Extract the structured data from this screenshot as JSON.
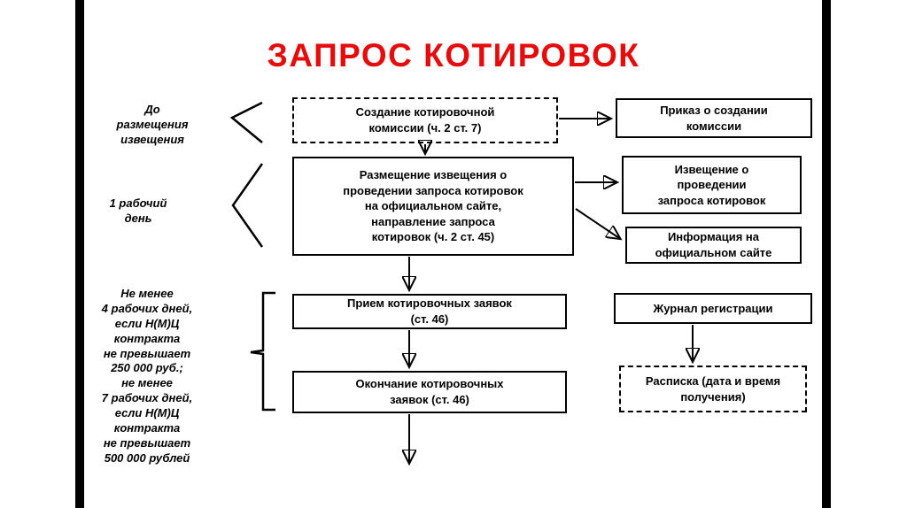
{
  "slide": {
    "title": "ЗАПРОС КОТИРОВОК"
  },
  "colors": {
    "title": "#e60c0c",
    "line": "#000000"
  },
  "left_labels": [
    {
      "id": "before-notice",
      "text": "До\nразмещения\nизвещения"
    },
    {
      "id": "one-working-day",
      "text": "1 рабочий\nдень"
    },
    {
      "id": "deadlines",
      "text": "Не менее\n4 рабочих  дней,\nесли Н(М)Ц\nконтракта\nне превышает\n250 000 руб.;\nне менее\n7 рабочих дней,\nесли Н(М)Ц\nконтракта\nне превышает\n500 000 рублей"
    }
  ],
  "flow_boxes": [
    {
      "id": "create-commission",
      "style": "dashed",
      "text": "Создание котировочной\nкомиссии (ч. 2 ст. 7)"
    },
    {
      "id": "publish-notice",
      "style": "solid",
      "text": "Размещение извещения о\nпроведении запроса котировок\nна официальном сайте,\nнаправление запроса\nкотировок (ч. 2 ст. 45)"
    },
    {
      "id": "accept-applications",
      "style": "solid",
      "text": "Прием котировочных заявок\n(ст. 46)"
    },
    {
      "id": "end-applications",
      "style": "solid",
      "text": "Окончание котировочных\nзаявок (ст. 46)"
    }
  ],
  "doc_boxes": [
    {
      "id": "commission-order",
      "style": "solid",
      "text": "Приказ о создании\nкомиссии"
    },
    {
      "id": "notice",
      "style": "solid",
      "text": "Извещение о\nпроведении\nзапроса котировок"
    },
    {
      "id": "site-info",
      "style": "solid",
      "text": "Информация на\nофициальном сайте"
    },
    {
      "id": "registration-journal",
      "style": "solid",
      "text": "Журнал регистрации"
    },
    {
      "id": "receipt",
      "style": "dashed",
      "text": "Расписка (дата и время\nполучения)"
    }
  ]
}
